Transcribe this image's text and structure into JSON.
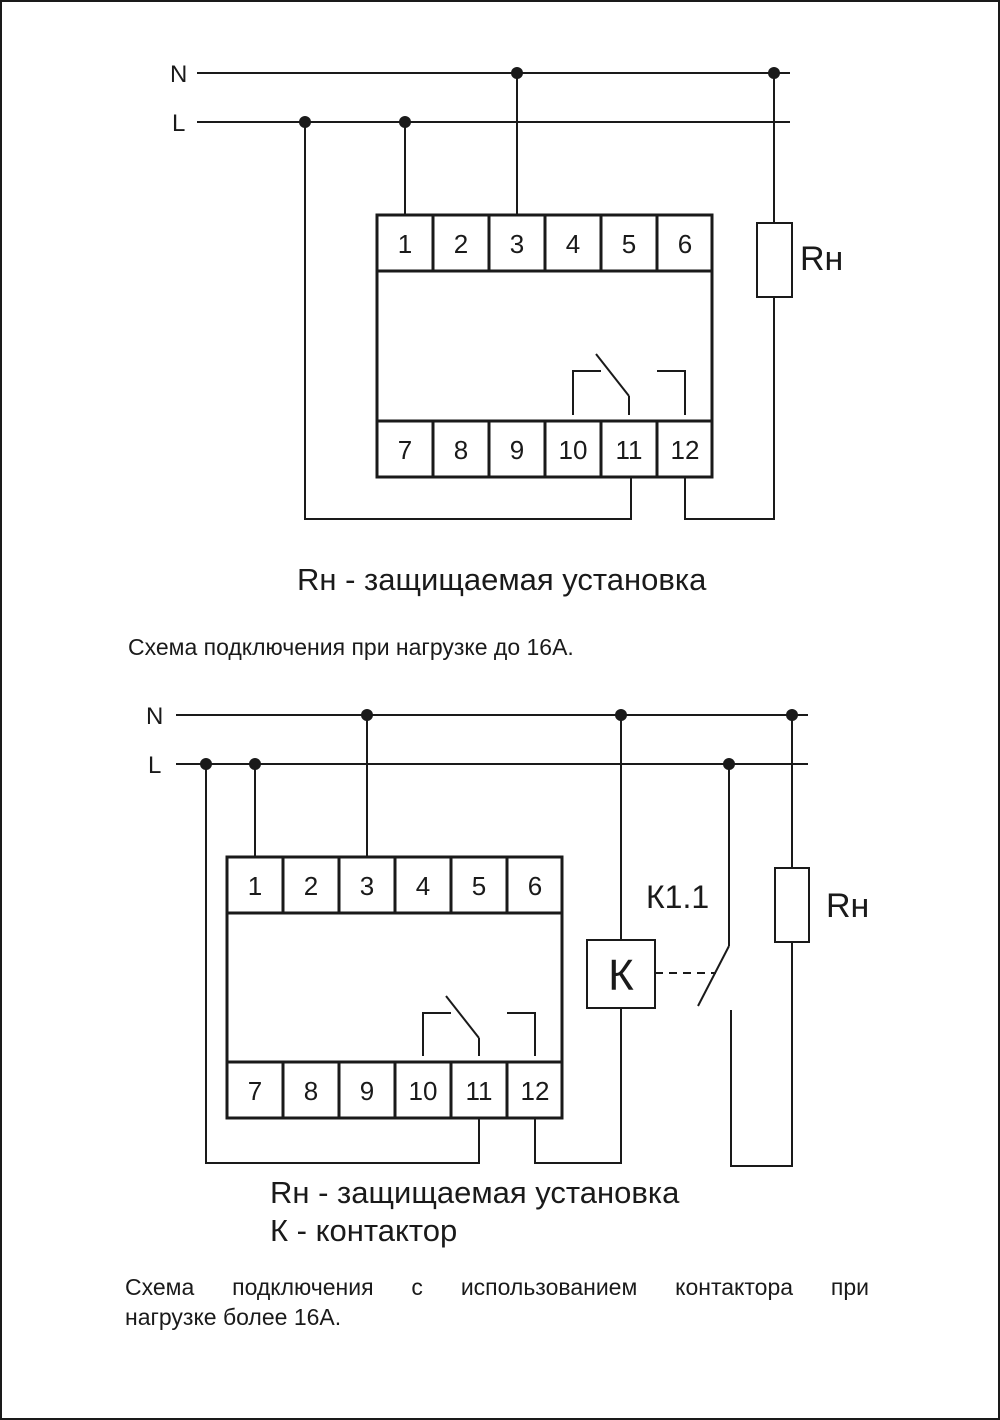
{
  "diagram1": {
    "line_n": "N",
    "line_l": "L",
    "terminals_top": [
      "1",
      "2",
      "3",
      "4",
      "5",
      "6"
    ],
    "terminals_bottom": [
      "7",
      "8",
      "9",
      "10",
      "11",
      "12"
    ],
    "load_label": "Rн",
    "legend": "Rн - защищаемая установка",
    "caption": "Схема подключения при нагрузке до 16А."
  },
  "diagram2": {
    "line_n": "N",
    "line_l": "L",
    "terminals_top": [
      "1",
      "2",
      "3",
      "4",
      "5",
      "6"
    ],
    "terminals_bottom": [
      "7",
      "8",
      "9",
      "10",
      "11",
      "12"
    ],
    "load_label": "Rн",
    "contactor_coil_label": "К",
    "contactor_contact_label": "К1.1",
    "legend_lines": [
      "Rн - защищаемая установка",
      "К - контактор"
    ],
    "caption_lines": [
      "Схема подключения с использованием контактора при",
      "нагрузке более 16А."
    ]
  },
  "colors": {
    "line": "#1a1a1a",
    "background": "#ffffff"
  }
}
